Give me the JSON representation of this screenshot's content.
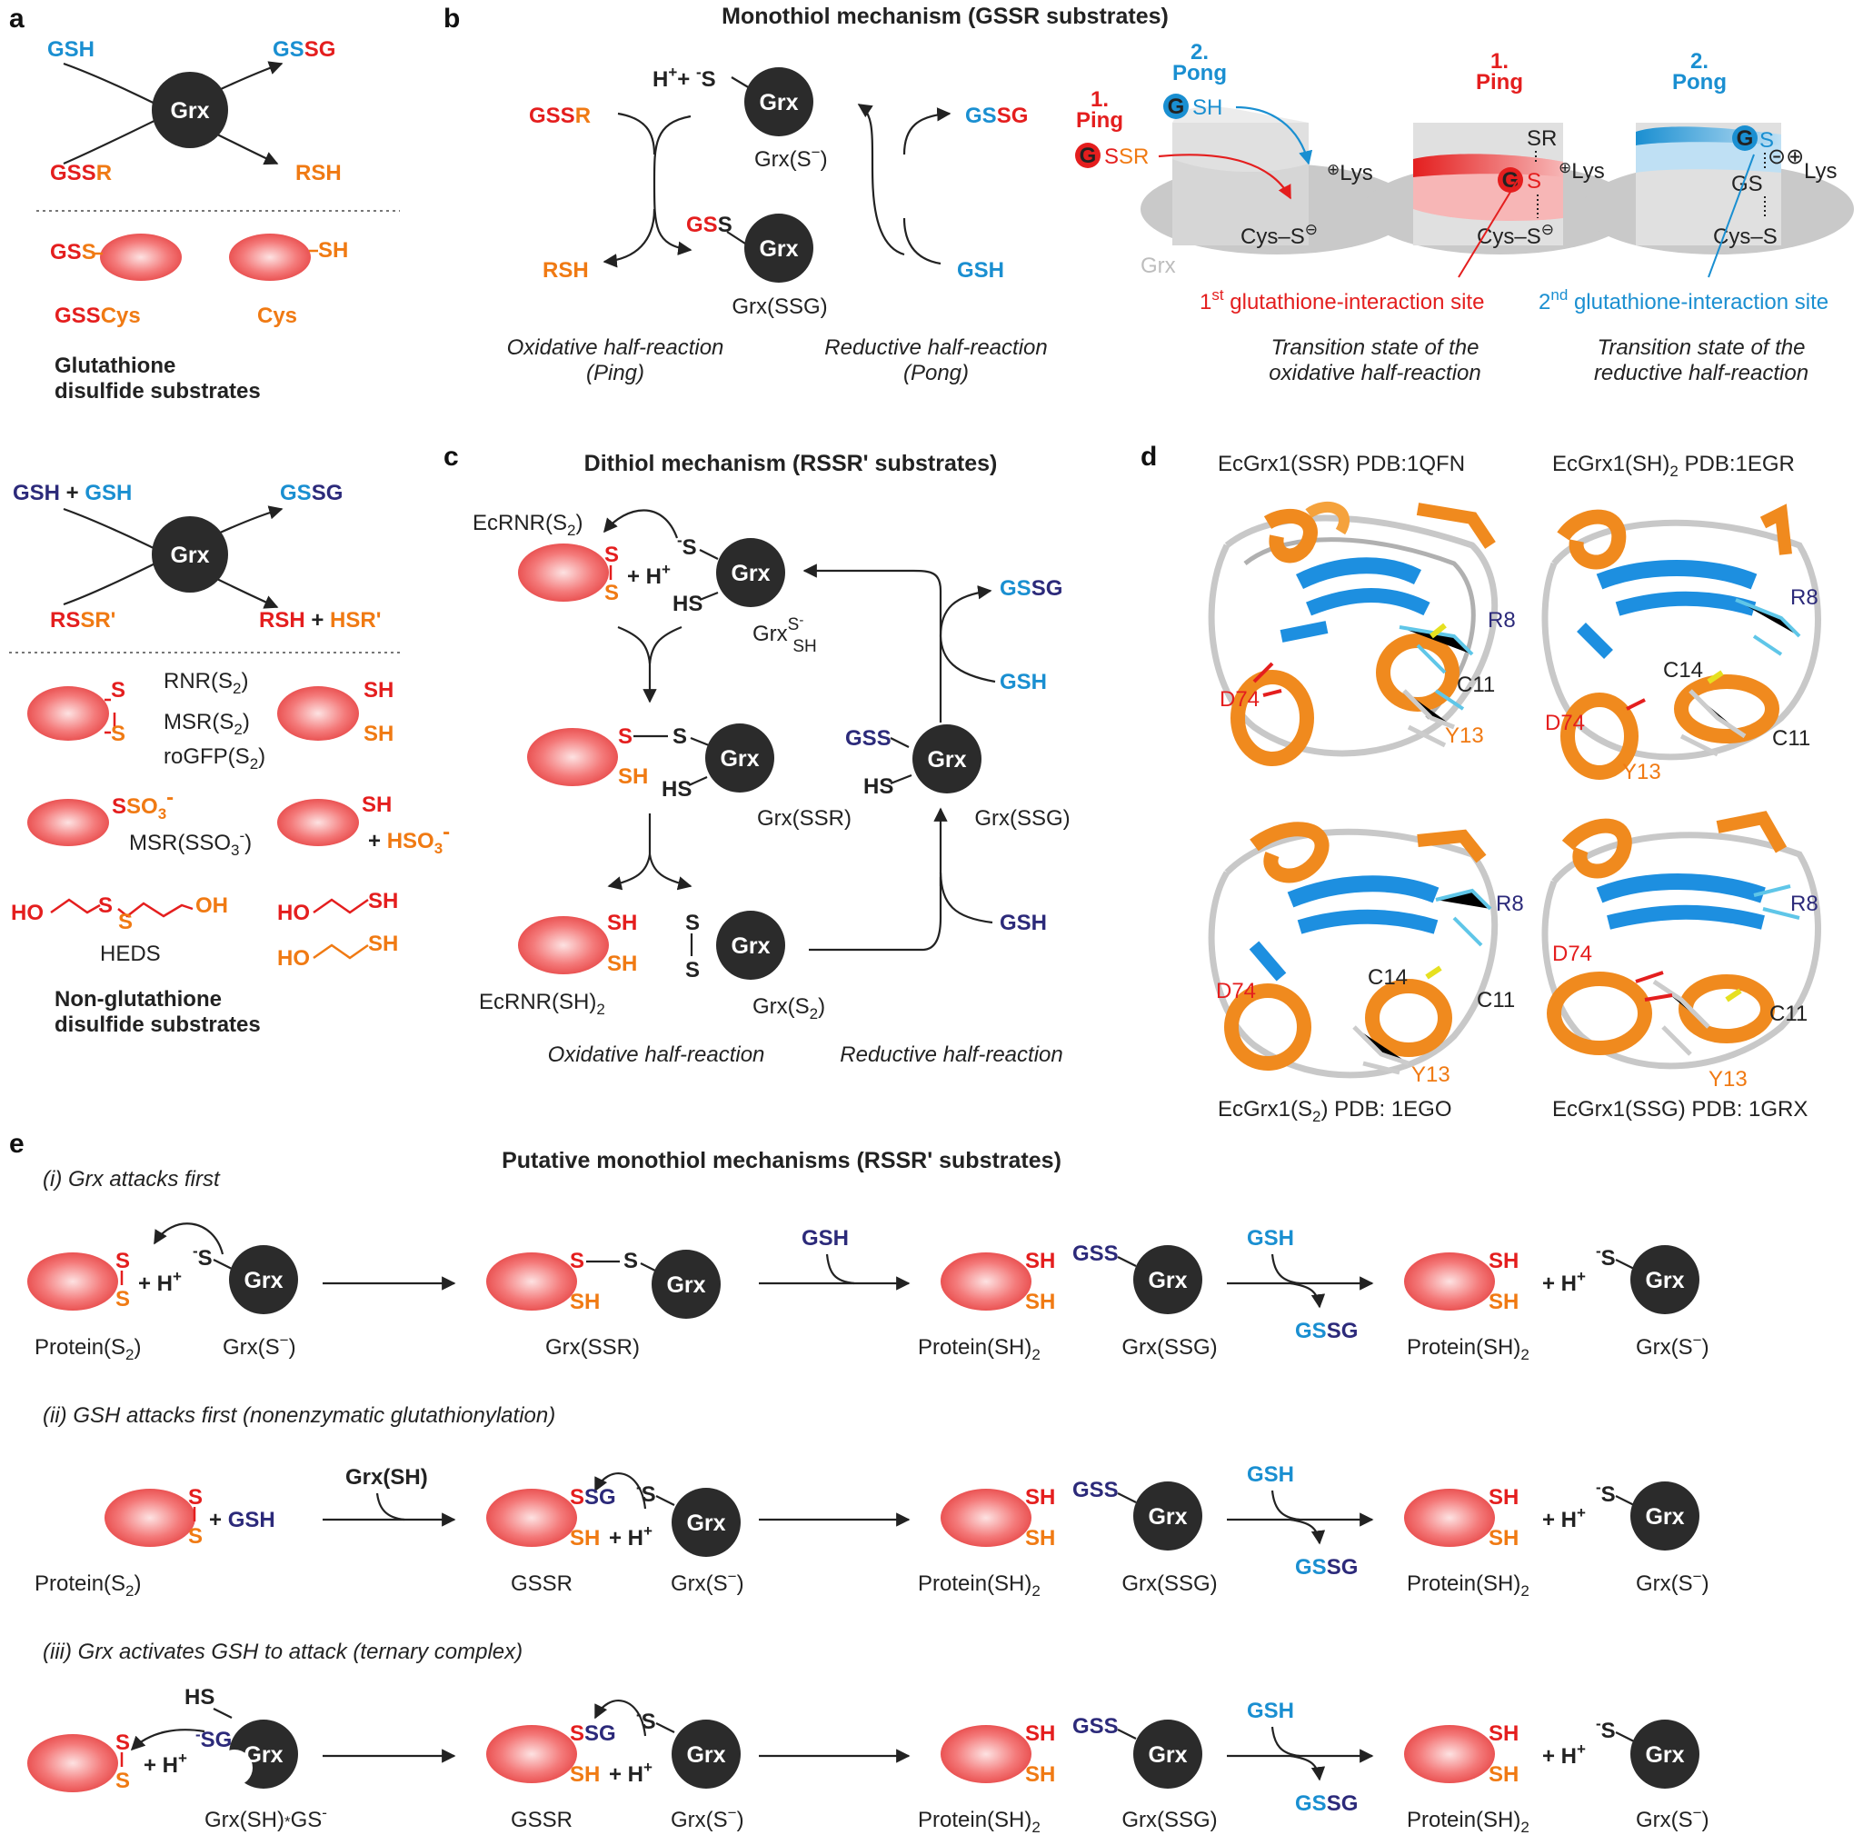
{
  "panels": {
    "a": "a",
    "b": "b",
    "c": "c",
    "d": "d",
    "e": "e"
  },
  "grx": "Grx",
  "panel_a": {
    "gsh": "GSH",
    "gssg": "GSSG",
    "gssr": "GSSR",
    "rsh": "RSH",
    "gsscys_label": "GSSCys",
    "cys_label": "Cys",
    "gs_s": "GSS",
    "sh": "SH",
    "glutathione_title_1": "Glutathione",
    "glutathione_title_2": "disulfide substrates",
    "gsh_plus_gsh": "GSH + GSH",
    "rssr": "RSSR'",
    "rsh_hsr": "RSH + HSR'",
    "rnr": "RNR(S2)",
    "msr": "MSR(S2)",
    "rogfp": "roGFP(S2)",
    "msr_sso3": "MSR(SSO3-)",
    "sso3": "SSO3-",
    "hso3": "+ HSO3-",
    "heds": "HEDS",
    "ho": "HO",
    "oh": "OH",
    "s": "S",
    "non_glut_1": "Non-glutathione",
    "non_glut_2": "disulfide substrates"
  },
  "panel_b": {
    "title": "Monothiol mechanism (GSSR substrates)",
    "hs_minus": "H++ -S",
    "gssr": "GSSR",
    "gssg": "GSSG",
    "rsh": "RSH",
    "gsh": "GSH",
    "grx_s": "Grx(S-)",
    "grx_ssg": "Grx(SSG)",
    "gss": "GSS",
    "oxid_1": "Oxidative half-reaction",
    "oxid_2": "(Ping)",
    "red_1": "Reductive half-reaction",
    "red_2": "(Pong)",
    "ping_num": "1.",
    "ping": "Ping",
    "pong_num": "2.",
    "pong": "Pong",
    "g": "G",
    "sh": "SH",
    "ssr": "SSR",
    "lys": "Lys",
    "cys": "Cys",
    "sr": "SR",
    "gs": "GS",
    "site1": "1st glutathione-interaction site",
    "site2": "2nd glutathione-interaction site",
    "ts_ox_1": "Transition state of the",
    "ts_ox_2": "oxidative half-reaction",
    "ts_red_1": "Transition state of the",
    "ts_red_2": "reductive half-reaction"
  },
  "panel_c": {
    "title": "Dithiol mechanism (RSSR' substrates)",
    "ecrnr_s2": "EcRNR(S2)",
    "ecrnr_sh2": "EcRNR(SH)2",
    "h_plus": "+ H+",
    "grx_s_sh": "GrxS-SH",
    "grx_ssr": "Grx(SSR)",
    "grx_ssg": "Grx(SSG)",
    "grx_s2": "Grx(S2)",
    "gssg": "GSSG",
    "gsh": "GSH",
    "gss": "GSS",
    "hs": "HS",
    "oxid": "Oxidative half-reaction",
    "red": "Reductive half-reaction"
  },
  "panel_d": {
    "t1": "EcGrx1(SSR) PDB:1QFN",
    "t2": "EcGrx1(SH)2 PDB:1EGR",
    "t3": "EcGrx1(S2) PDB: 1EGO",
    "t4": "EcGrx1(SSG) PDB: 1GRX",
    "r8": "R8",
    "d74": "D74",
    "c11": "C11",
    "c14": "C14",
    "y13": "Y13"
  },
  "panel_e": {
    "title": "Putative monothiol mechanisms (RSSR' substrates)",
    "i": "(i) Grx attacks first",
    "ii": "(ii) GSH attacks first (nonenzymatic glutathionylation)",
    "iii": "(iii) Grx activates GSH to attack (ternary complex)",
    "protein_s2": "Protein(S2)",
    "protein_sh2": "Protein(SH)2",
    "grx_s": "Grx(S-)",
    "grx_ssr": "Grx(SSR)",
    "grx_ssg": "Grx(SSG)",
    "gssr": "GSSR",
    "grx_sh": "Grx(SH)",
    "grx_sh_gs": "Grx(SH)*GS-",
    "gsh": "GSH",
    "gssg": "GSSG",
    "gss": "GSS",
    "ssg": "SSG",
    "sg": "-SG",
    "hs": "HS",
    "h_plus": "+ H+",
    "plus_gsh": "+ GSH"
  },
  "colors": {
    "red": "#e41e1e",
    "orange": "#f07a13",
    "blue": "#1a8fd1",
    "navy": "#2c2a7a",
    "grx_ball": "#2b2b2b",
    "protein": "#f25a5a",
    "helix": "#f08a1e",
    "sheet": "#1d8fe0"
  }
}
